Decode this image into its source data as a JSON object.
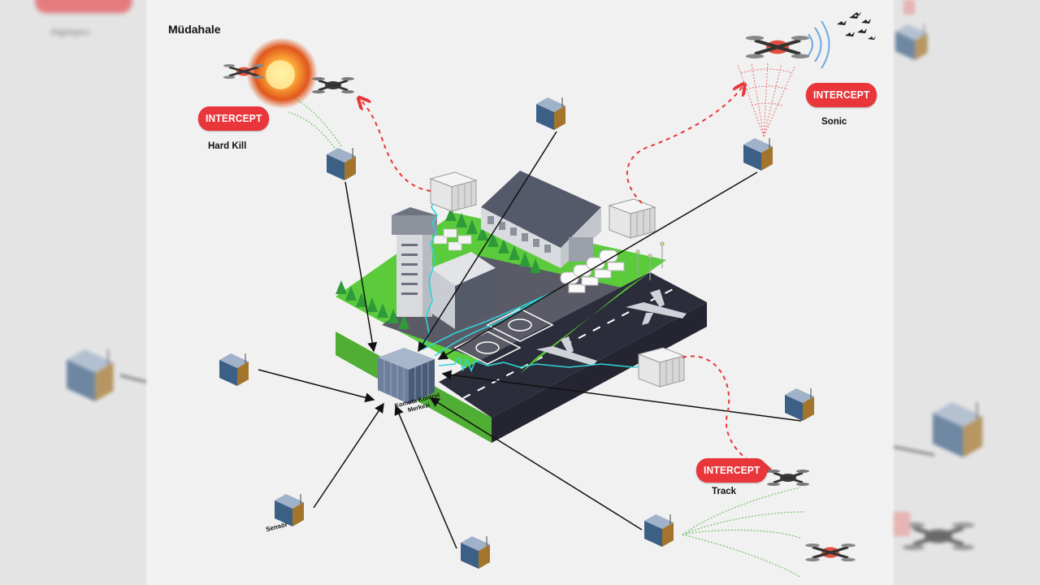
{
  "section_title": "Müdahale",
  "top_left_faded_label": "Algılayıcı",
  "intercepts": [
    {
      "badge": "INTERCEPT",
      "label": "Hard Kill"
    },
    {
      "badge": "INTERCEPT",
      "label": "Sonic"
    },
    {
      "badge": "INTERCEPT",
      "label": "Track"
    }
  ],
  "hub_label_line1": "Komuta Kontrol",
  "hub_label_line2": "Merkezi",
  "sensor_label": "Sensör",
  "colors": {
    "intercept_red": "#e8363a",
    "grass_green": "#59c63a",
    "signal_cyan": "#2ed3d8",
    "runway_dark": "#2c2d3a",
    "hub_blue": "#6e7f9d"
  }
}
